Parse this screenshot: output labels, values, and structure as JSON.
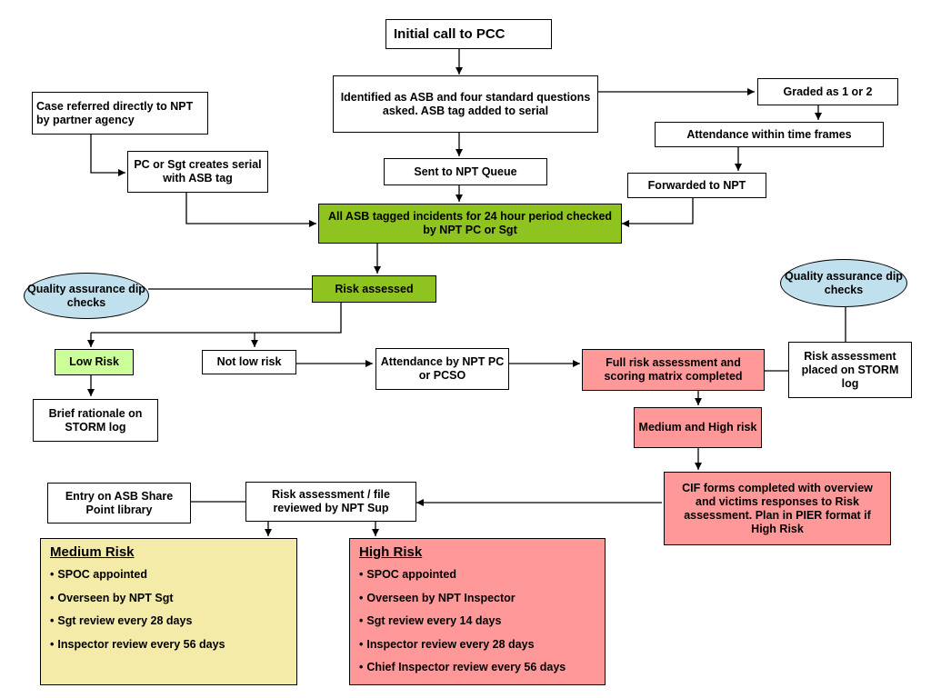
{
  "nodes": {
    "initial_call": "Initial call to PCC",
    "identified": "Identified as ASB and four standard questions asked.  ASB tag added to serial",
    "case_referred": "Case referred directly to NPT by partner agency",
    "graded": "Graded as 1 or 2",
    "attendance_time": "Attendance within time frames",
    "pc_sgt_creates": "PC or Sgt creates serial with ASB tag",
    "sent_to_queue": "Sent to NPT  Queue",
    "forwarded": "Forwarded to NPT",
    "all_asb_checked": "All ASB tagged incidents for 24 hour period checked by NPT PC or Sgt",
    "qa_left": "Quality assurance dip checks",
    "risk_assessed": "Risk assessed",
    "qa_right": "Quality assurance dip checks",
    "low_risk": "Low Risk",
    "not_low_risk": "Not low risk",
    "attendance_npt": "Attendance by NPT PC or PCSO",
    "full_risk": "Full risk assessment and scoring matrix completed",
    "risk_storm": "Risk assessment placed on STORM log",
    "brief_rationale": "Brief rationale on STORM log",
    "medium_high": "Medium and High risk",
    "entry_sharepoint": "Entry on ASB Share Point library",
    "reviewed_sup": "Risk assessment / file reviewed by NPT Sup",
    "cif_forms": "CIF forms completed with overview and victims responses to Risk assessment.  Plan in PIER format if High Risk"
  },
  "medium_risk": {
    "title": "Medium Risk",
    "items": [
      "SPOC appointed",
      "Overseen by NPT Sgt",
      "Sgt review every 28 days",
      "Inspector review every 56 days"
    ]
  },
  "high_risk": {
    "title": "High Risk",
    "items": [
      "SPOC appointed",
      "Overseen by NPT Inspector",
      "Sgt review every 14 days",
      "Inspector review every 28 days",
      "Chief Inspector review every 56 days"
    ]
  },
  "colors": {
    "green_dark": "#8fc31f",
    "green_light": "#ccff99",
    "pink": "#ff9999",
    "yellow": "#f5eba8",
    "oval_blue": "#bfe0ec"
  }
}
